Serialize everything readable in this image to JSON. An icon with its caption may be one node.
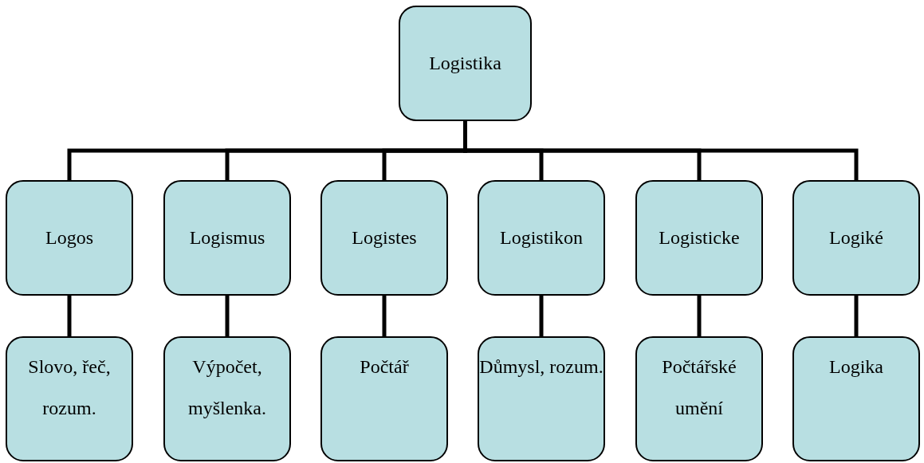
{
  "diagram": {
    "nodes": [
      {
        "text": [
          "Logistika"
        ]
      },
      {
        "text": [
          "Logos"
        ]
      },
      {
        "text": [
          "Logismus"
        ]
      },
      {
        "text": [
          "Logistes"
        ]
      },
      {
        "text": [
          "Logistikon"
        ]
      },
      {
        "text": [
          "Logisticke"
        ]
      },
      {
        "text": [
          "Logiké"
        ]
      },
      {
        "text": [
          "Slovo, řeč, rozum."
        ]
      },
      {
        "text": [
          "Výpočet, myšlenka."
        ]
      },
      {
        "text": [
          "Počtář"
        ]
      },
      {
        "text": [
          "Důmysl, rozum."
        ]
      },
      {
        "text": [
          "Počtářské umění"
        ]
      },
      {
        "text": [
          "Logika"
        ]
      }
    ],
    "edges": [
      {
        "from": 0,
        "to": 1,
        "arrow": "none"
      },
      {
        "from": 0,
        "to": 2,
        "arrow": "none"
      },
      {
        "from": 0,
        "to": 3,
        "arrow": "none"
      },
      {
        "from": 0,
        "to": 4,
        "arrow": "none"
      },
      {
        "from": 0,
        "to": 5,
        "arrow": "none"
      },
      {
        "from": 0,
        "to": 6,
        "arrow": "none"
      },
      {
        "from": 1,
        "to": 7,
        "arrow": "none"
      },
      {
        "from": 2,
        "to": 8,
        "arrow": "none"
      },
      {
        "from": 3,
        "to": 9,
        "arrow": "none"
      },
      {
        "from": 4,
        "to": 10,
        "arrow": "none"
      },
      {
        "from": 5,
        "to": 11,
        "arrow": "none"
      },
      {
        "from": 6,
        "to": 12,
        "arrow": "none"
      }
    ]
  }
}
